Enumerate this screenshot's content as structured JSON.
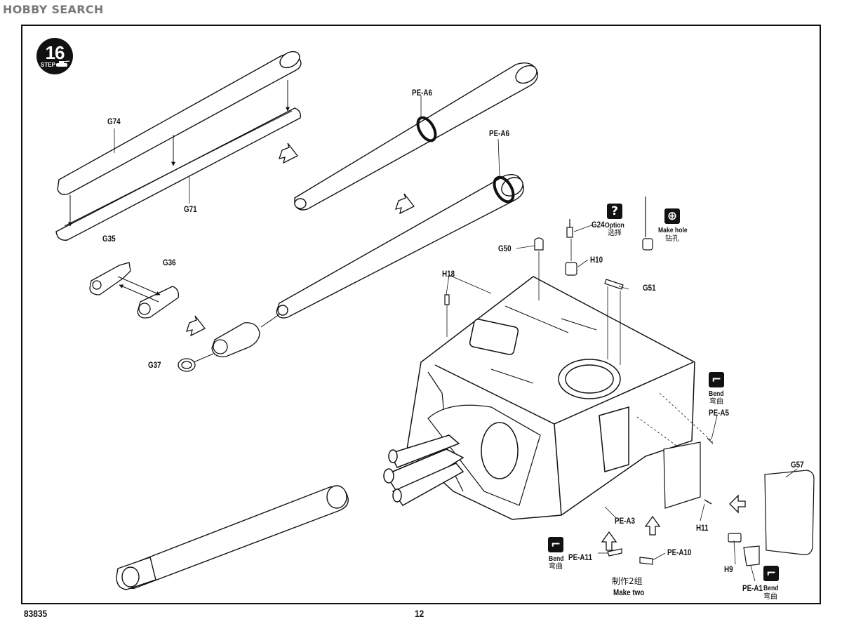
{
  "header": {
    "logo_text": "HOBBY SEARCH"
  },
  "step": {
    "number": "16",
    "word": "STEP"
  },
  "parts": {
    "g74": "G74",
    "g71": "G71",
    "g35": "G35",
    "g36": "G36",
    "g37": "G37",
    "pe_a6_top": "PE-A6",
    "pe_a6_mid": "PE-A6",
    "g24": "G24",
    "g50": "G50",
    "h10": "H10",
    "h18": "H18",
    "g51": "G51",
    "pe_a5": "PE-A5",
    "g57": "G57",
    "pe_a3": "PE-A3",
    "h11": "H11",
    "h9": "H9",
    "pe_a1": "PE-A1",
    "pe_a11": "PE-A11",
    "pe_a10": "PE-A10"
  },
  "notes": {
    "option_en": "Option",
    "option_cn": "选择",
    "make_hole_en": "Make hole",
    "make_hole_cn": "钻孔",
    "bend_en": "Bend",
    "bend_cn": "弯曲",
    "make_two_cn": "制作2组",
    "make_two_en": "Make two"
  },
  "footer": {
    "kit_number": "83835",
    "page_number": "12"
  },
  "icons": [
    "question-icon",
    "drill-icon",
    "bend-icon",
    "hollow-arrow-icon",
    "tank-icon"
  ]
}
